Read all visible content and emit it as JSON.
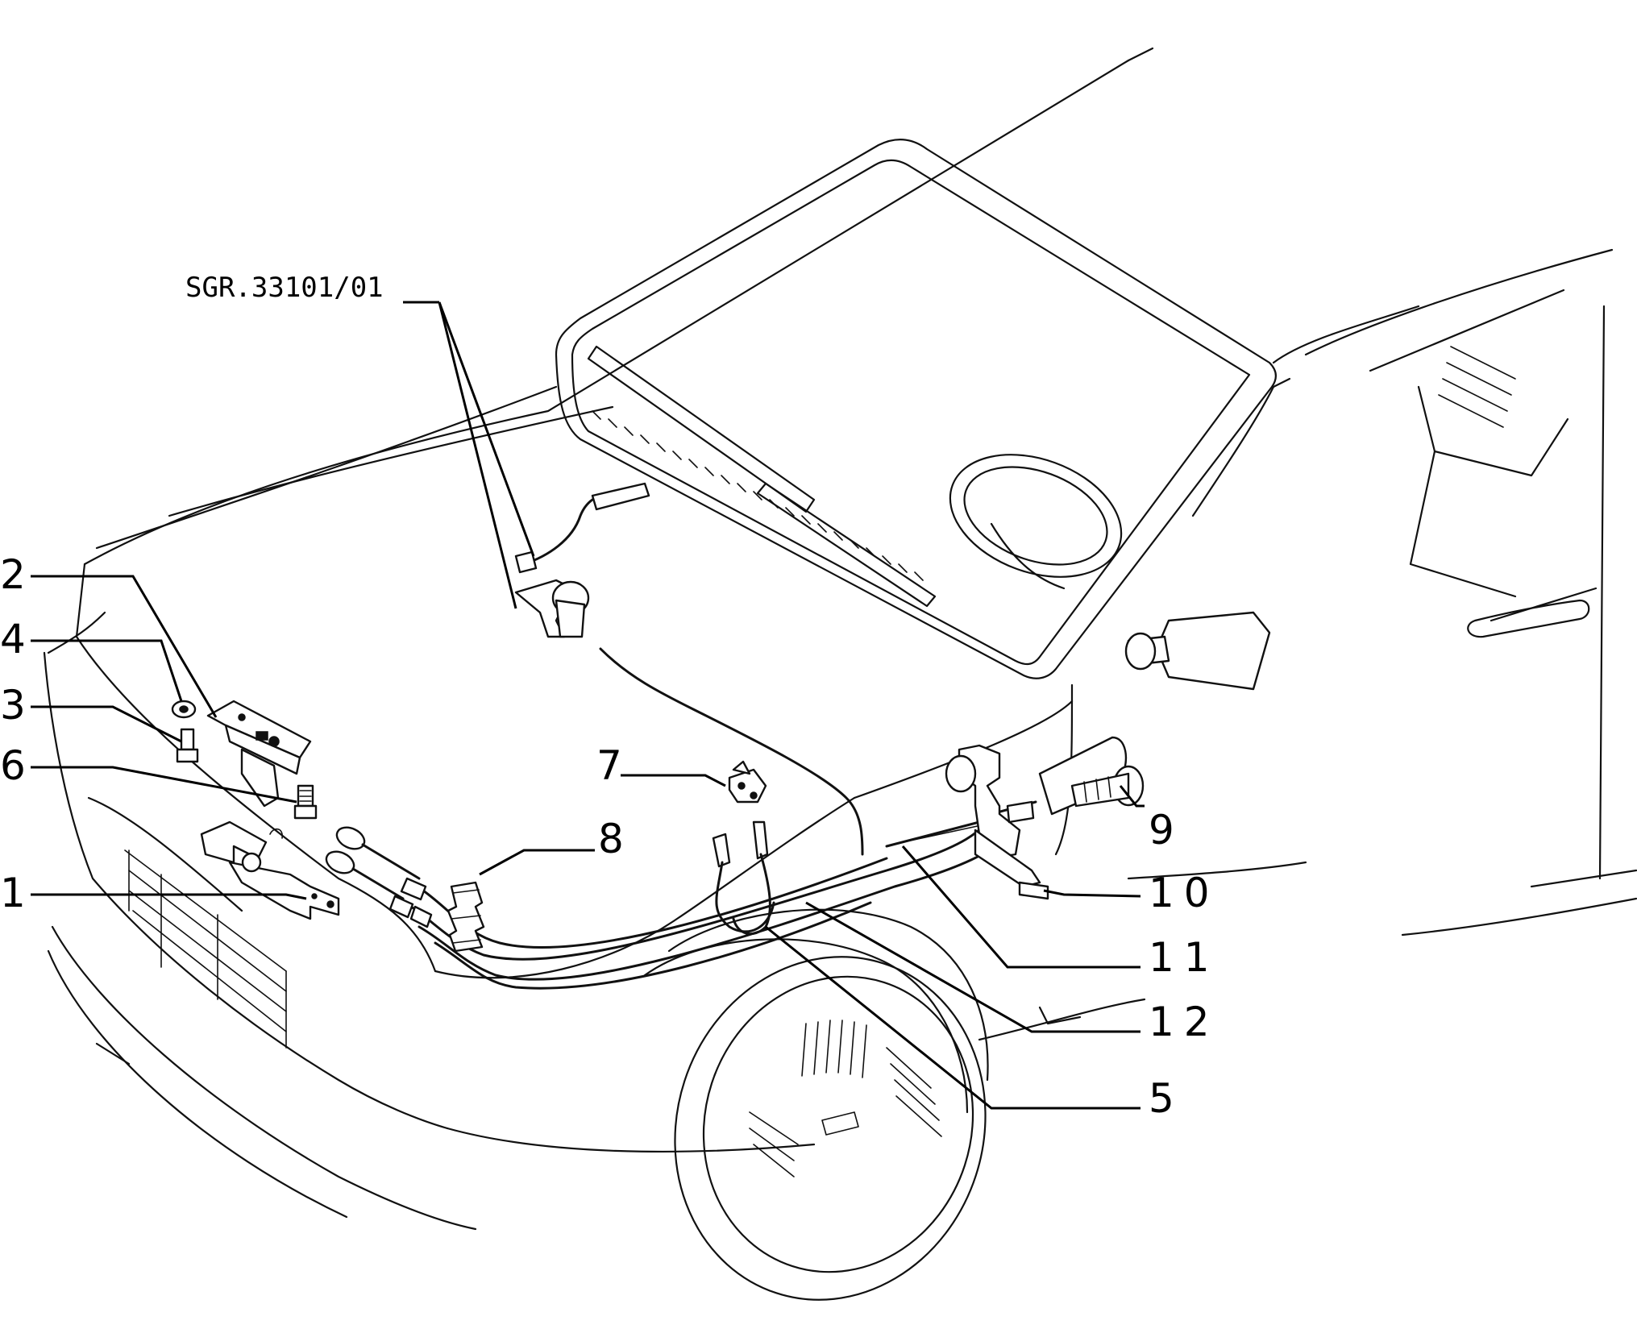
{
  "reference": "SGR.33101/01",
  "callouts": [
    "1",
    "2",
    "3",
    "4",
    "5",
    "6",
    "7",
    "8",
    "9",
    "10",
    "11",
    "12"
  ]
}
